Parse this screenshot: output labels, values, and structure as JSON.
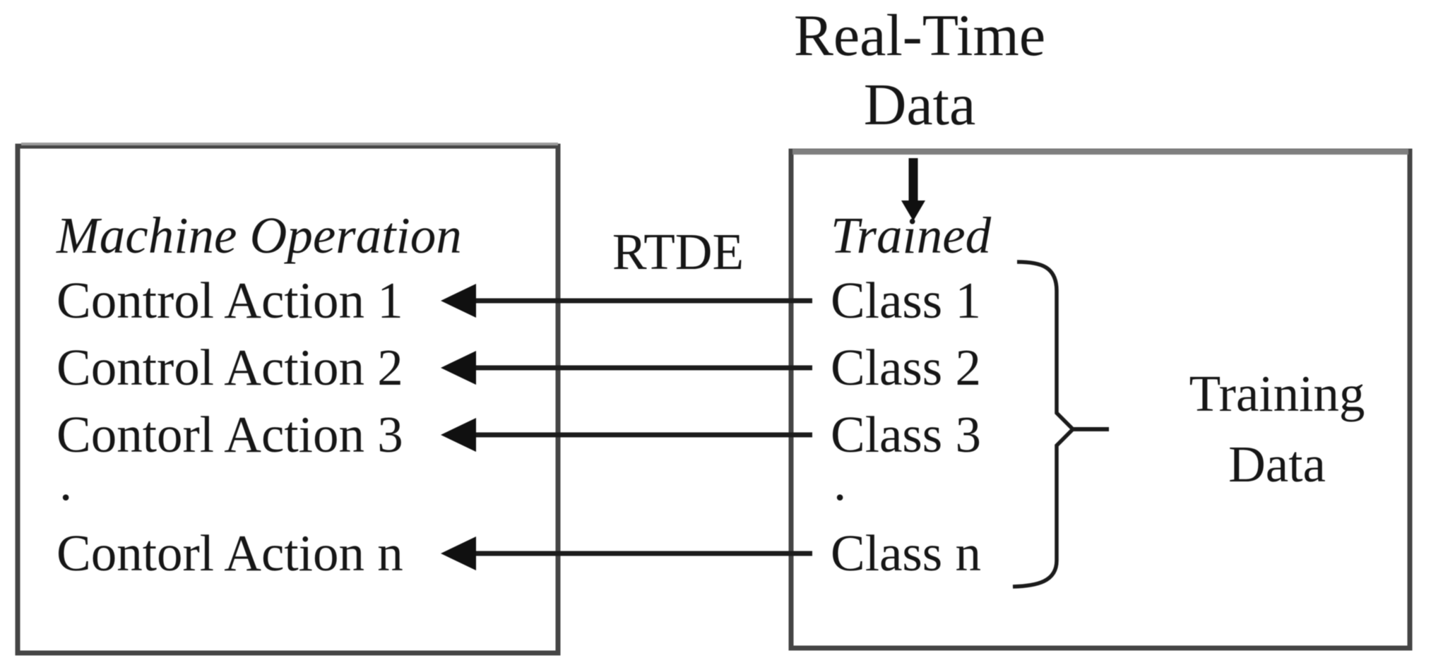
{
  "colors": {
    "ink": "#161616",
    "box_border": "#454545",
    "box_border_top": "#7f7f7f",
    "arrow_line": "#1c1c1c"
  },
  "top_label": {
    "line1": "Real-Time",
    "line2": "Data"
  },
  "left_box": {
    "title": "Machine Operation",
    "items": [
      {
        "label": "Control Action 1"
      },
      {
        "label": "Control Action 2"
      },
      {
        "label": "Contorl Action 3"
      },
      {
        "label": "."
      },
      {
        "label": "Contorl Action n"
      }
    ]
  },
  "connection": {
    "label": "RTDE"
  },
  "right_box": {
    "title": "Trained",
    "items": [
      {
        "label": "Class 1"
      },
      {
        "label": "Class 2"
      },
      {
        "label": "Class 3"
      },
      {
        "label": "."
      },
      {
        "label": "Class n"
      }
    ],
    "brace_label": {
      "line1": "Training",
      "line2": "Data"
    }
  }
}
